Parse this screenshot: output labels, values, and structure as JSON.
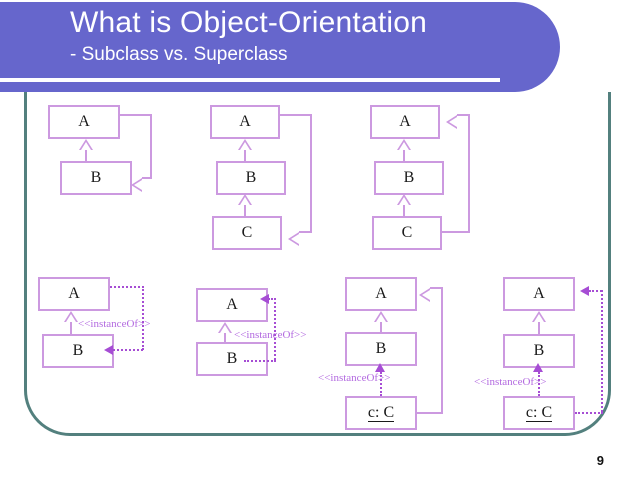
{
  "slide": {
    "page_number": "9",
    "colors": {
      "banner": "#6666cc",
      "frame": "#53807e",
      "box_border": "#cc99e0",
      "dependency": "#a64dd4",
      "stereotype_text": "#b36ae0",
      "title_text": "#ffffff"
    }
  },
  "header": {
    "title": "What is Object-Orientation",
    "subtitle": "- Subclass vs. Superclass"
  },
  "diagrams": {
    "row1": [
      {
        "name": "diagram-1-two-class-downward",
        "boxes": [
          {
            "label": "A",
            "kind": "class"
          },
          {
            "label": "B",
            "kind": "class"
          }
        ],
        "side_arrow": "hollow-left-into-B"
      },
      {
        "name": "diagram-2-three-class-downward",
        "boxes": [
          {
            "label": "A",
            "kind": "class"
          },
          {
            "label": "B",
            "kind": "class"
          },
          {
            "label": "C",
            "kind": "class"
          }
        ],
        "side_arrow": "hollow-left-into-C"
      },
      {
        "name": "diagram-3-three-class-upward",
        "boxes": [
          {
            "label": "A",
            "kind": "class"
          },
          {
            "label": "B",
            "kind": "class"
          },
          {
            "label": "C",
            "kind": "class"
          }
        ],
        "side_arrow": "hollow-left-into-A"
      }
    ],
    "row2": [
      {
        "name": "diagram-4-instanceof-downward",
        "boxes": [
          {
            "label": "A",
            "kind": "class"
          },
          {
            "label": "B",
            "kind": "class"
          }
        ],
        "stereotype": "<<instanceOf>>",
        "side_arrow": "filled-left-into-B"
      },
      {
        "name": "diagram-5-instanceof-upward",
        "boxes": [
          {
            "label": "A",
            "kind": "class"
          },
          {
            "label": "B",
            "kind": "class"
          }
        ],
        "stereotype": "<<instanceOf>>",
        "side_arrow": "filled-left-into-A"
      },
      {
        "name": "diagram-6-object-instanceof-solid",
        "boxes": [
          {
            "label": "A",
            "kind": "class"
          },
          {
            "label": "B",
            "kind": "class"
          },
          {
            "label": "c: C",
            "kind": "object"
          }
        ],
        "stereotype": "<<instanceOf>>",
        "side_arrow": "hollow-left-into-A"
      },
      {
        "name": "diagram-7-object-instanceof-dotted",
        "boxes": [
          {
            "label": "A",
            "kind": "class"
          },
          {
            "label": "B",
            "kind": "class"
          },
          {
            "label": "c: C",
            "kind": "object"
          }
        ],
        "stereotype": "<<instanceOf>>",
        "side_arrow": "filled-left-into-A"
      }
    ]
  }
}
